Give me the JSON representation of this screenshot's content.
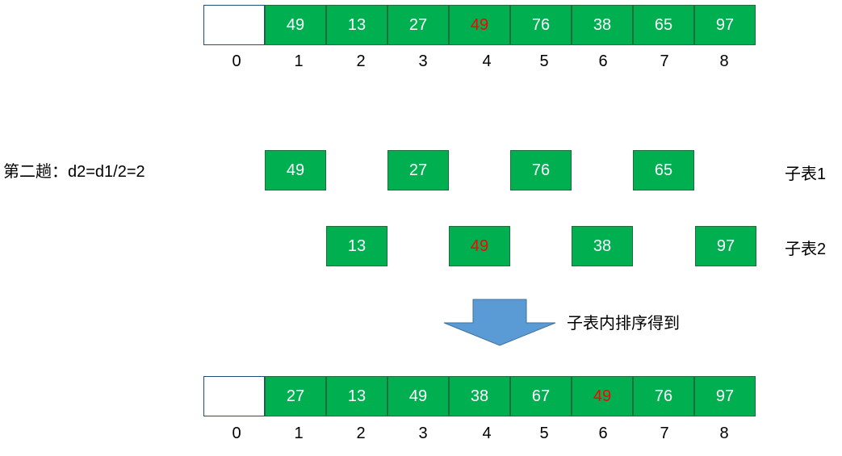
{
  "array_top": {
    "cells": [
      "",
      "49",
      "13",
      "27",
      "49",
      "76",
      "38",
      "65",
      "97"
    ],
    "indices": [
      "0",
      "1",
      "2",
      "3",
      "4",
      "5",
      "6",
      "7",
      "8"
    ]
  },
  "pass_label": "第二趟：d2=d1/2=2",
  "sublist1": {
    "cells": [
      "49",
      "27",
      "76",
      "65"
    ],
    "label": "子表1"
  },
  "sublist2": {
    "cells": [
      "13",
      "49",
      "38",
      "97"
    ],
    "label": "子表2"
  },
  "arrow_label": "子表内排序得到",
  "array_bottom": {
    "cells": [
      "",
      "27",
      "13",
      "49",
      "38",
      "67",
      "49",
      "76",
      "97"
    ],
    "indices": [
      "0",
      "1",
      "2",
      "3",
      "4",
      "5",
      "6",
      "7",
      "8"
    ]
  },
  "colors": {
    "cell_fill": "#00b050",
    "cell_text": "#ffffff",
    "highlight_text": "#ff0000",
    "arrow_fill": "#5b9bd5"
  }
}
